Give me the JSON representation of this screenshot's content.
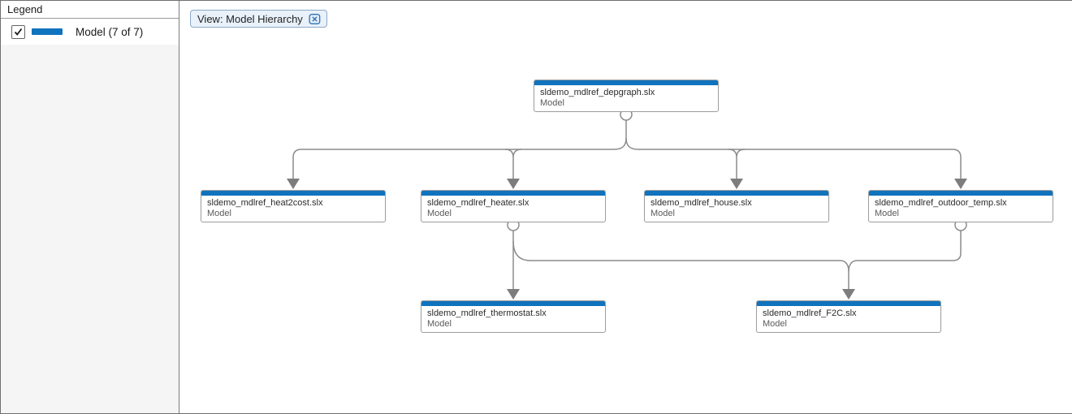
{
  "legend": {
    "title": "Legend",
    "items": [
      {
        "checked": true,
        "swatch_color": "#1073bd",
        "label": "Model (7 of 7)"
      }
    ]
  },
  "view_chip": {
    "label": "View: Model Hierarchy",
    "close_icon": "clear-view-x-icon"
  },
  "graph": {
    "accent_color": "#1073bd",
    "line_color": "#8c8c8c",
    "arrow_color": "#7d7d7d",
    "nodes": [
      {
        "id": "depgraph",
        "title": "sldemo_mdlref_depgraph.slx",
        "subtitle": "Model"
      },
      {
        "id": "heat2cost",
        "title": "sldemo_mdlref_heat2cost.slx",
        "subtitle": "Model"
      },
      {
        "id": "heater",
        "title": "sldemo_mdlref_heater.slx",
        "subtitle": "Model"
      },
      {
        "id": "house",
        "title": "sldemo_mdlref_house.slx",
        "subtitle": "Model"
      },
      {
        "id": "outdoor_temp",
        "title": "sldemo_mdlref_outdoor_temp.slx",
        "subtitle": "Model"
      },
      {
        "id": "thermostat",
        "title": "sldemo_mdlref_thermostat.slx",
        "subtitle": "Model"
      },
      {
        "id": "F2C",
        "title": "sldemo_mdlref_F2C.slx",
        "subtitle": "Model"
      }
    ],
    "edges": [
      {
        "from": "sldemo_mdlref_depgraph.slx",
        "to": "sldemo_mdlref_heat2cost.slx"
      },
      {
        "from": "sldemo_mdlref_depgraph.slx",
        "to": "sldemo_mdlref_heater.slx"
      },
      {
        "from": "sldemo_mdlref_depgraph.slx",
        "to": "sldemo_mdlref_house.slx"
      },
      {
        "from": "sldemo_mdlref_depgraph.slx",
        "to": "sldemo_mdlref_outdoor_temp.slx"
      },
      {
        "from": "sldemo_mdlref_heater.slx",
        "to": "sldemo_mdlref_thermostat.slx"
      },
      {
        "from": "sldemo_mdlref_heater.slx",
        "to": "sldemo_mdlref_F2C.slx"
      },
      {
        "from": "sldemo_mdlref_outdoor_temp.slx",
        "to": "sldemo_mdlref_F2C.slx"
      }
    ]
  }
}
